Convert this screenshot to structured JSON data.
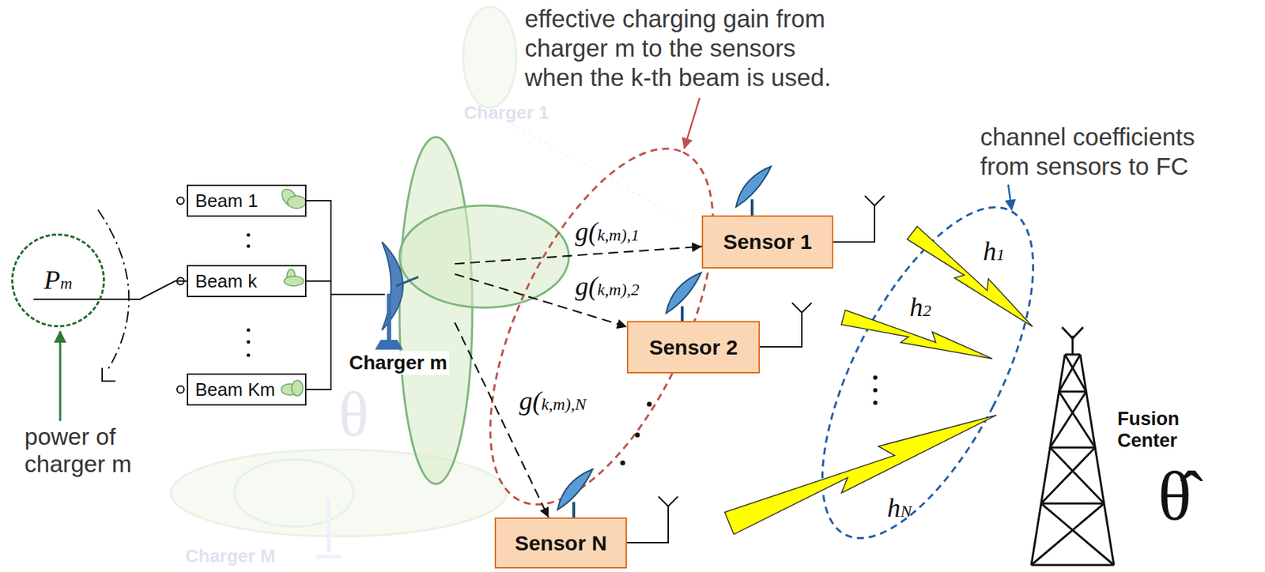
{
  "diagram": {
    "nodes": [
      {
        "text": [
          "Pm"
        ]
      },
      {
        "text": [
          "Beam 1"
        ]
      },
      {
        "text": [
          "Beam k"
        ]
      },
      {
        "text": [
          "Beam Km"
        ]
      },
      {
        "text": [
          "Charger m"
        ]
      },
      {
        "text": [
          "Sensor 1"
        ]
      },
      {
        "text": [
          "Sensor 2"
        ]
      },
      {
        "text": [
          "Sensor N"
        ]
      },
      {
        "text": [
          "Fusion Center"
        ]
      }
    ],
    "edges": [
      {
        "from": 0,
        "to": 2,
        "arrow": "none"
      },
      {
        "from": 1,
        "to": 4,
        "arrow": "none"
      },
      {
        "from": 2,
        "to": 4,
        "arrow": "none"
      },
      {
        "from": 3,
        "to": 4,
        "arrow": "none"
      },
      {
        "from": 4,
        "to": 5,
        "arrow": "to",
        "label": "g(k,m),1"
      },
      {
        "from": 4,
        "to": 6,
        "arrow": "to",
        "label": "g(k,m),2"
      },
      {
        "from": 4,
        "to": 7,
        "arrow": "to",
        "label": "g(k,m),N"
      }
    ],
    "labels": [
      "effective charging gain from charger m to the sensors when the k-th beam is used.",
      "channel coefficients from sensors to FC",
      "power of charger m",
      "h1",
      "h2",
      "hN",
      "θ̂",
      "Charger 1",
      "Charger M",
      "θ"
    ]
  }
}
